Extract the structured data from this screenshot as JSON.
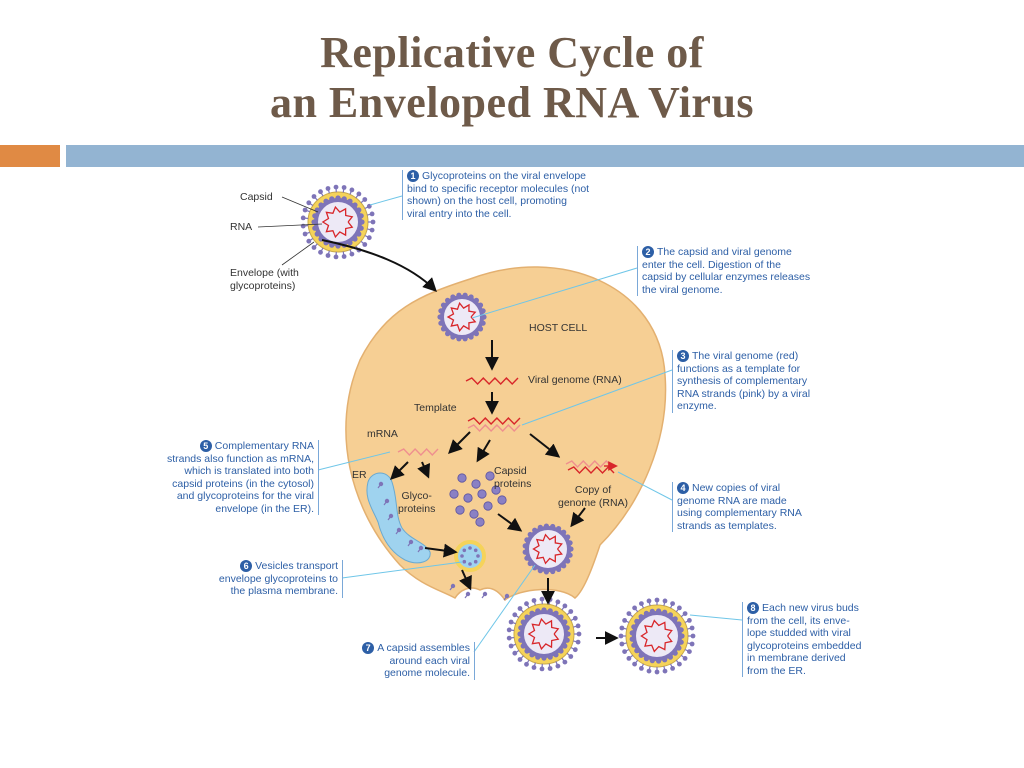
{
  "slide": {
    "title_line1": "Replicative Cycle of",
    "title_line2": "an Enveloped RNA Virus",
    "accent_colors": {
      "orange": "#e08a44",
      "blue": "#93b4d2",
      "title": "#6e5a49"
    }
  },
  "diagram": {
    "labels": {
      "capsid": "Capsid",
      "rna": "RNA",
      "envelope_1": "Envelope (with",
      "envelope_2": "glycoproteins)",
      "host_cell": "HOST CELL",
      "viral_genome": "Viral genome (RNA)",
      "template": "Template",
      "mrna": "mRNA",
      "er": "ER",
      "capsid_proteins_1": "Capsid",
      "capsid_proteins_2": "proteins",
      "glyco_1": "Glyco-",
      "glyco_2": "proteins",
      "copy_1": "Copy of",
      "copy_2": "genome (RNA)"
    },
    "steps": [
      {
        "num": "1",
        "lines": [
          "Glycoproteins on the viral envelope",
          "bind to specific receptor molecules (not",
          "shown) on the host cell, promoting",
          "viral entry into the cell."
        ]
      },
      {
        "num": "2",
        "lines": [
          "The capsid and viral genome",
          "enter the cell. Digestion of the",
          "capsid by cellular enzymes releases",
          "the viral genome."
        ]
      },
      {
        "num": "3",
        "lines": [
          "The viral genome (red)",
          "functions as a template for",
          "synthesis of complementary",
          "RNA strands (pink) by a viral",
          "enzyme."
        ]
      },
      {
        "num": "4",
        "lines": [
          "New copies of viral",
          "genome RNA are made",
          "using complementary RNA",
          "strands as templates."
        ]
      },
      {
        "num": "5",
        "lines": [
          "Complementary RNA",
          "strands also function as mRNA,",
          "which is translated into both",
          "capsid proteins (in the cytosol)",
          "and glycoproteins for the viral",
          "envelope (in the ER)."
        ]
      },
      {
        "num": "6",
        "lines": [
          "Vesicles transport",
          "envelope glycoproteins to",
          "the plasma membrane."
        ]
      },
      {
        "num": "7",
        "lines": [
          "A capsid assembles",
          "around each viral",
          "genome molecule."
        ]
      },
      {
        "num": "8",
        "lines": [
          "Each new virus buds",
          "from the cell, its enve-",
          "lope studded with viral",
          "glycoproteins embedded",
          "in membrane derived",
          "from the ER."
        ]
      }
    ],
    "colors": {
      "cell": "#f6cf94",
      "cell_stroke": "#e3b070",
      "envelope": "#f5d35a",
      "capsid_ring": "#7e74b8",
      "capsid_fill": "#ede9f6",
      "rna_red": "#d8262a",
      "rna_pink": "#ef8f8f",
      "er": "#9fd3ef",
      "note_text": "#2d5fa6"
    }
  }
}
